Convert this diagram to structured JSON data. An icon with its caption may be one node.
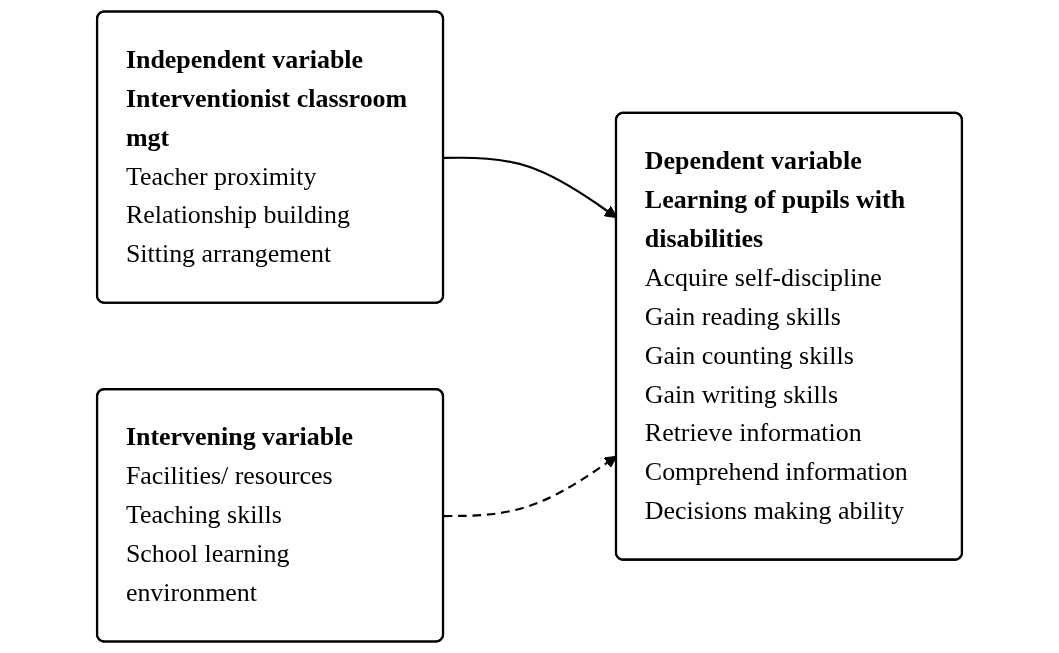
{
  "diagram": {
    "nodes": [
      {
        "text": [
          "Independent variable",
          "Interventionist classroom mgt",
          "Teacher proximity",
          "Relationship building",
          "Sitting arrangement"
        ]
      },
      {
        "text": [
          "Intervening variable",
          "Facilities/ resources",
          "Teaching skills",
          "School learning environment"
        ]
      },
      {
        "text": [
          "Dependent variable",
          "Learning of pupils with disabilities",
          "Acquire self-discipline",
          "Gain reading skills",
          "Gain counting skills",
          "Gain writing skills",
          "Retrieve information",
          "Comprehend information",
          "Decisions making ability"
        ]
      }
    ],
    "edges": [
      {
        "from": 0,
        "to": 2,
        "arrow": "to"
      },
      {
        "from": 1,
        "to": 2,
        "arrow": "to",
        "style": "dashed"
      }
    ]
  }
}
